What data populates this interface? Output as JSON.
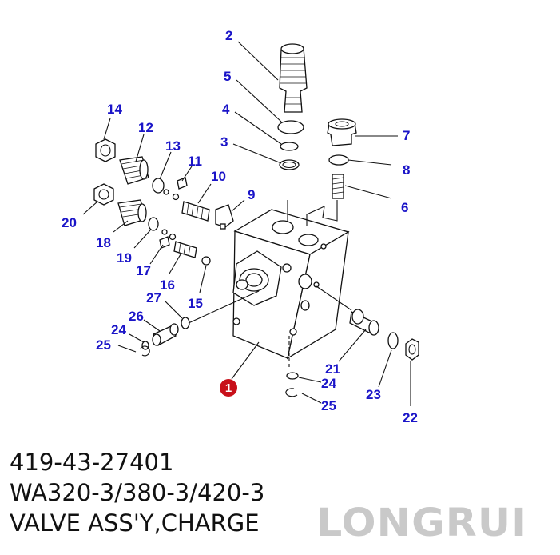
{
  "diagram": {
    "main_part_badge": "1",
    "part_labels": {
      "p2": "2",
      "p5": "5",
      "p4": "4",
      "p3": "3",
      "p7": "7",
      "p8": "8",
      "p6": "6",
      "p14": "14",
      "p12": "12",
      "p13": "13",
      "p11": "11",
      "p10": "10",
      "p9": "9",
      "p20": "20",
      "p18": "18",
      "p19": "19",
      "p17": "17",
      "p16": "16",
      "p15": "15",
      "p27": "27",
      "p26": "26",
      "p24a": "24",
      "p25a": "25",
      "p21": "21",
      "p24b": "24",
      "p25b": "25",
      "p23": "23",
      "p22": "22"
    },
    "label_color": "#1a14c8",
    "badge_color": "#c8101a"
  },
  "info": {
    "part_number": "419-43-27401",
    "models": "WA320-3/380-3/420-3",
    "description": "VALVE ASS'Y,CHARGE"
  },
  "watermark": {
    "text": "LONGRUI",
    "color": "#c9c9c9"
  }
}
